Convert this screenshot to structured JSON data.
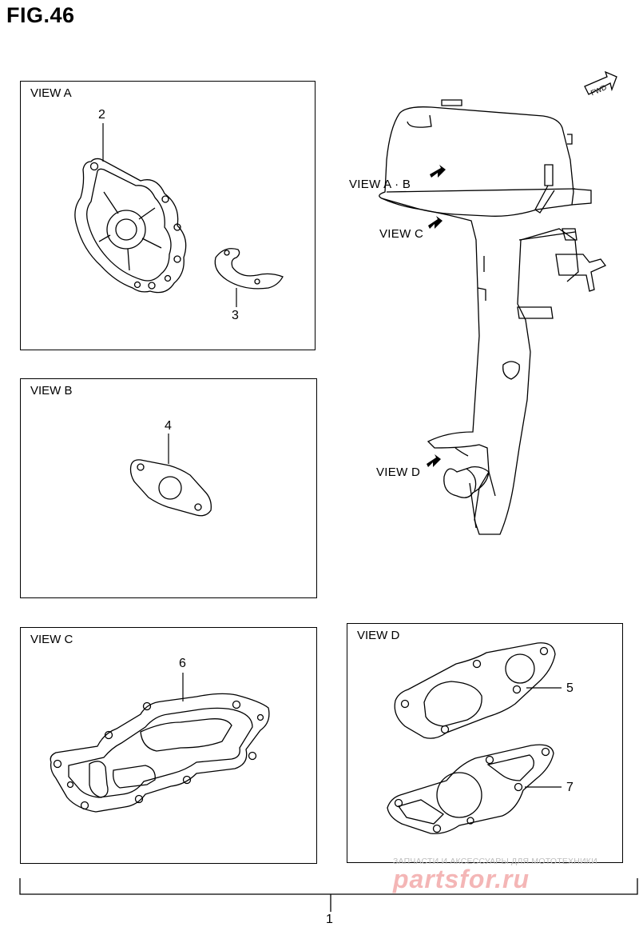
{
  "figure": {
    "title": "FIG.46"
  },
  "views": {
    "a": {
      "label": "VIEW A",
      "parts": [
        "2",
        "3"
      ]
    },
    "b": {
      "label": "VIEW B",
      "parts": [
        "4"
      ]
    },
    "c": {
      "label": "VIEW C",
      "parts": [
        "6"
      ]
    },
    "d": {
      "label": "VIEW D",
      "parts": [
        "5",
        "7"
      ]
    }
  },
  "motor": {
    "fwd_label": "FWD",
    "view_ab": "VIEW A · B",
    "view_c": "VIEW C",
    "view_d": "VIEW D"
  },
  "assembly": {
    "part_number": "1"
  },
  "watermark": {
    "line1": "ЗАПЧАСТИ И АКСЕССУАРЫ ДЛЯ МОТОТЕХНИКИ",
    "line2": "partsfor.ru"
  }
}
